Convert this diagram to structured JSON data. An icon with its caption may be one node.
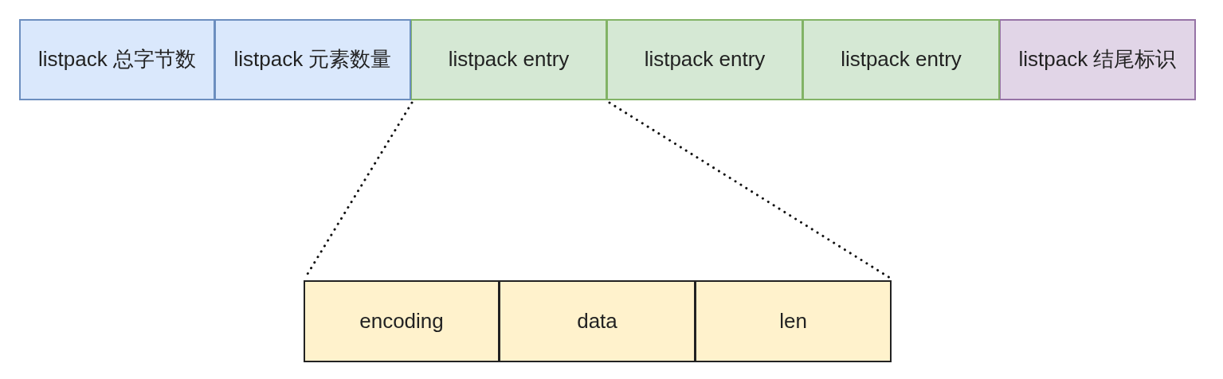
{
  "diagram": {
    "nodes": [
      {
        "text": [
          "listpack 总字节数"
        ]
      },
      {
        "text": [
          "listpack 元素数量"
        ]
      },
      {
        "text": [
          "listpack entry"
        ]
      },
      {
        "text": [
          "listpack entry"
        ]
      },
      {
        "text": [
          "listpack entry"
        ]
      },
      {
        "text": [
          "listpack 结尾标识"
        ]
      },
      {
        "text": [
          "encoding"
        ]
      },
      {
        "text": [
          "data"
        ]
      },
      {
        "text": [
          "len"
        ]
      }
    ],
    "edges": [
      {
        "from": 2,
        "to": 6,
        "arrow": "none",
        "style": "dashed"
      },
      {
        "from": 2,
        "to": 8,
        "arrow": "none",
        "style": "dashed"
      }
    ]
  }
}
